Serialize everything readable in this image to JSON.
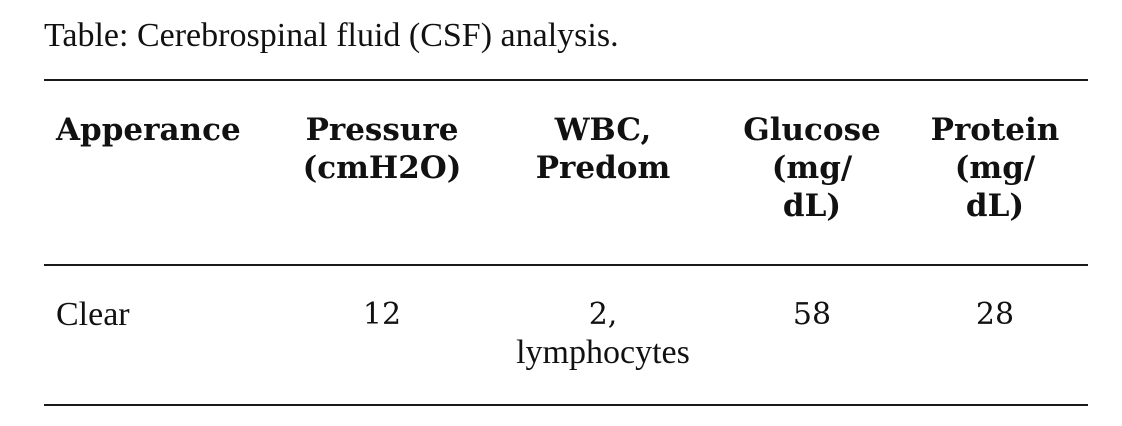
{
  "caption": "Table: Cerebrospinal fluid (CSF) analysis.",
  "table": {
    "headers": [
      [
        "Apperance"
      ],
      [
        "Pressure",
        "(cmH2O)"
      ],
      [
        "WBC,",
        "Predom"
      ],
      [
        "Glucose",
        "(mg/",
        "dL)"
      ],
      [
        "Protein",
        "(mg/",
        "dL)"
      ]
    ],
    "rows": [
      {
        "appearance": "Clear",
        "pressure": "12",
        "wbc": [
          "2,",
          "lymphocytes"
        ],
        "glucose": "58",
        "protein": "28"
      }
    ]
  }
}
